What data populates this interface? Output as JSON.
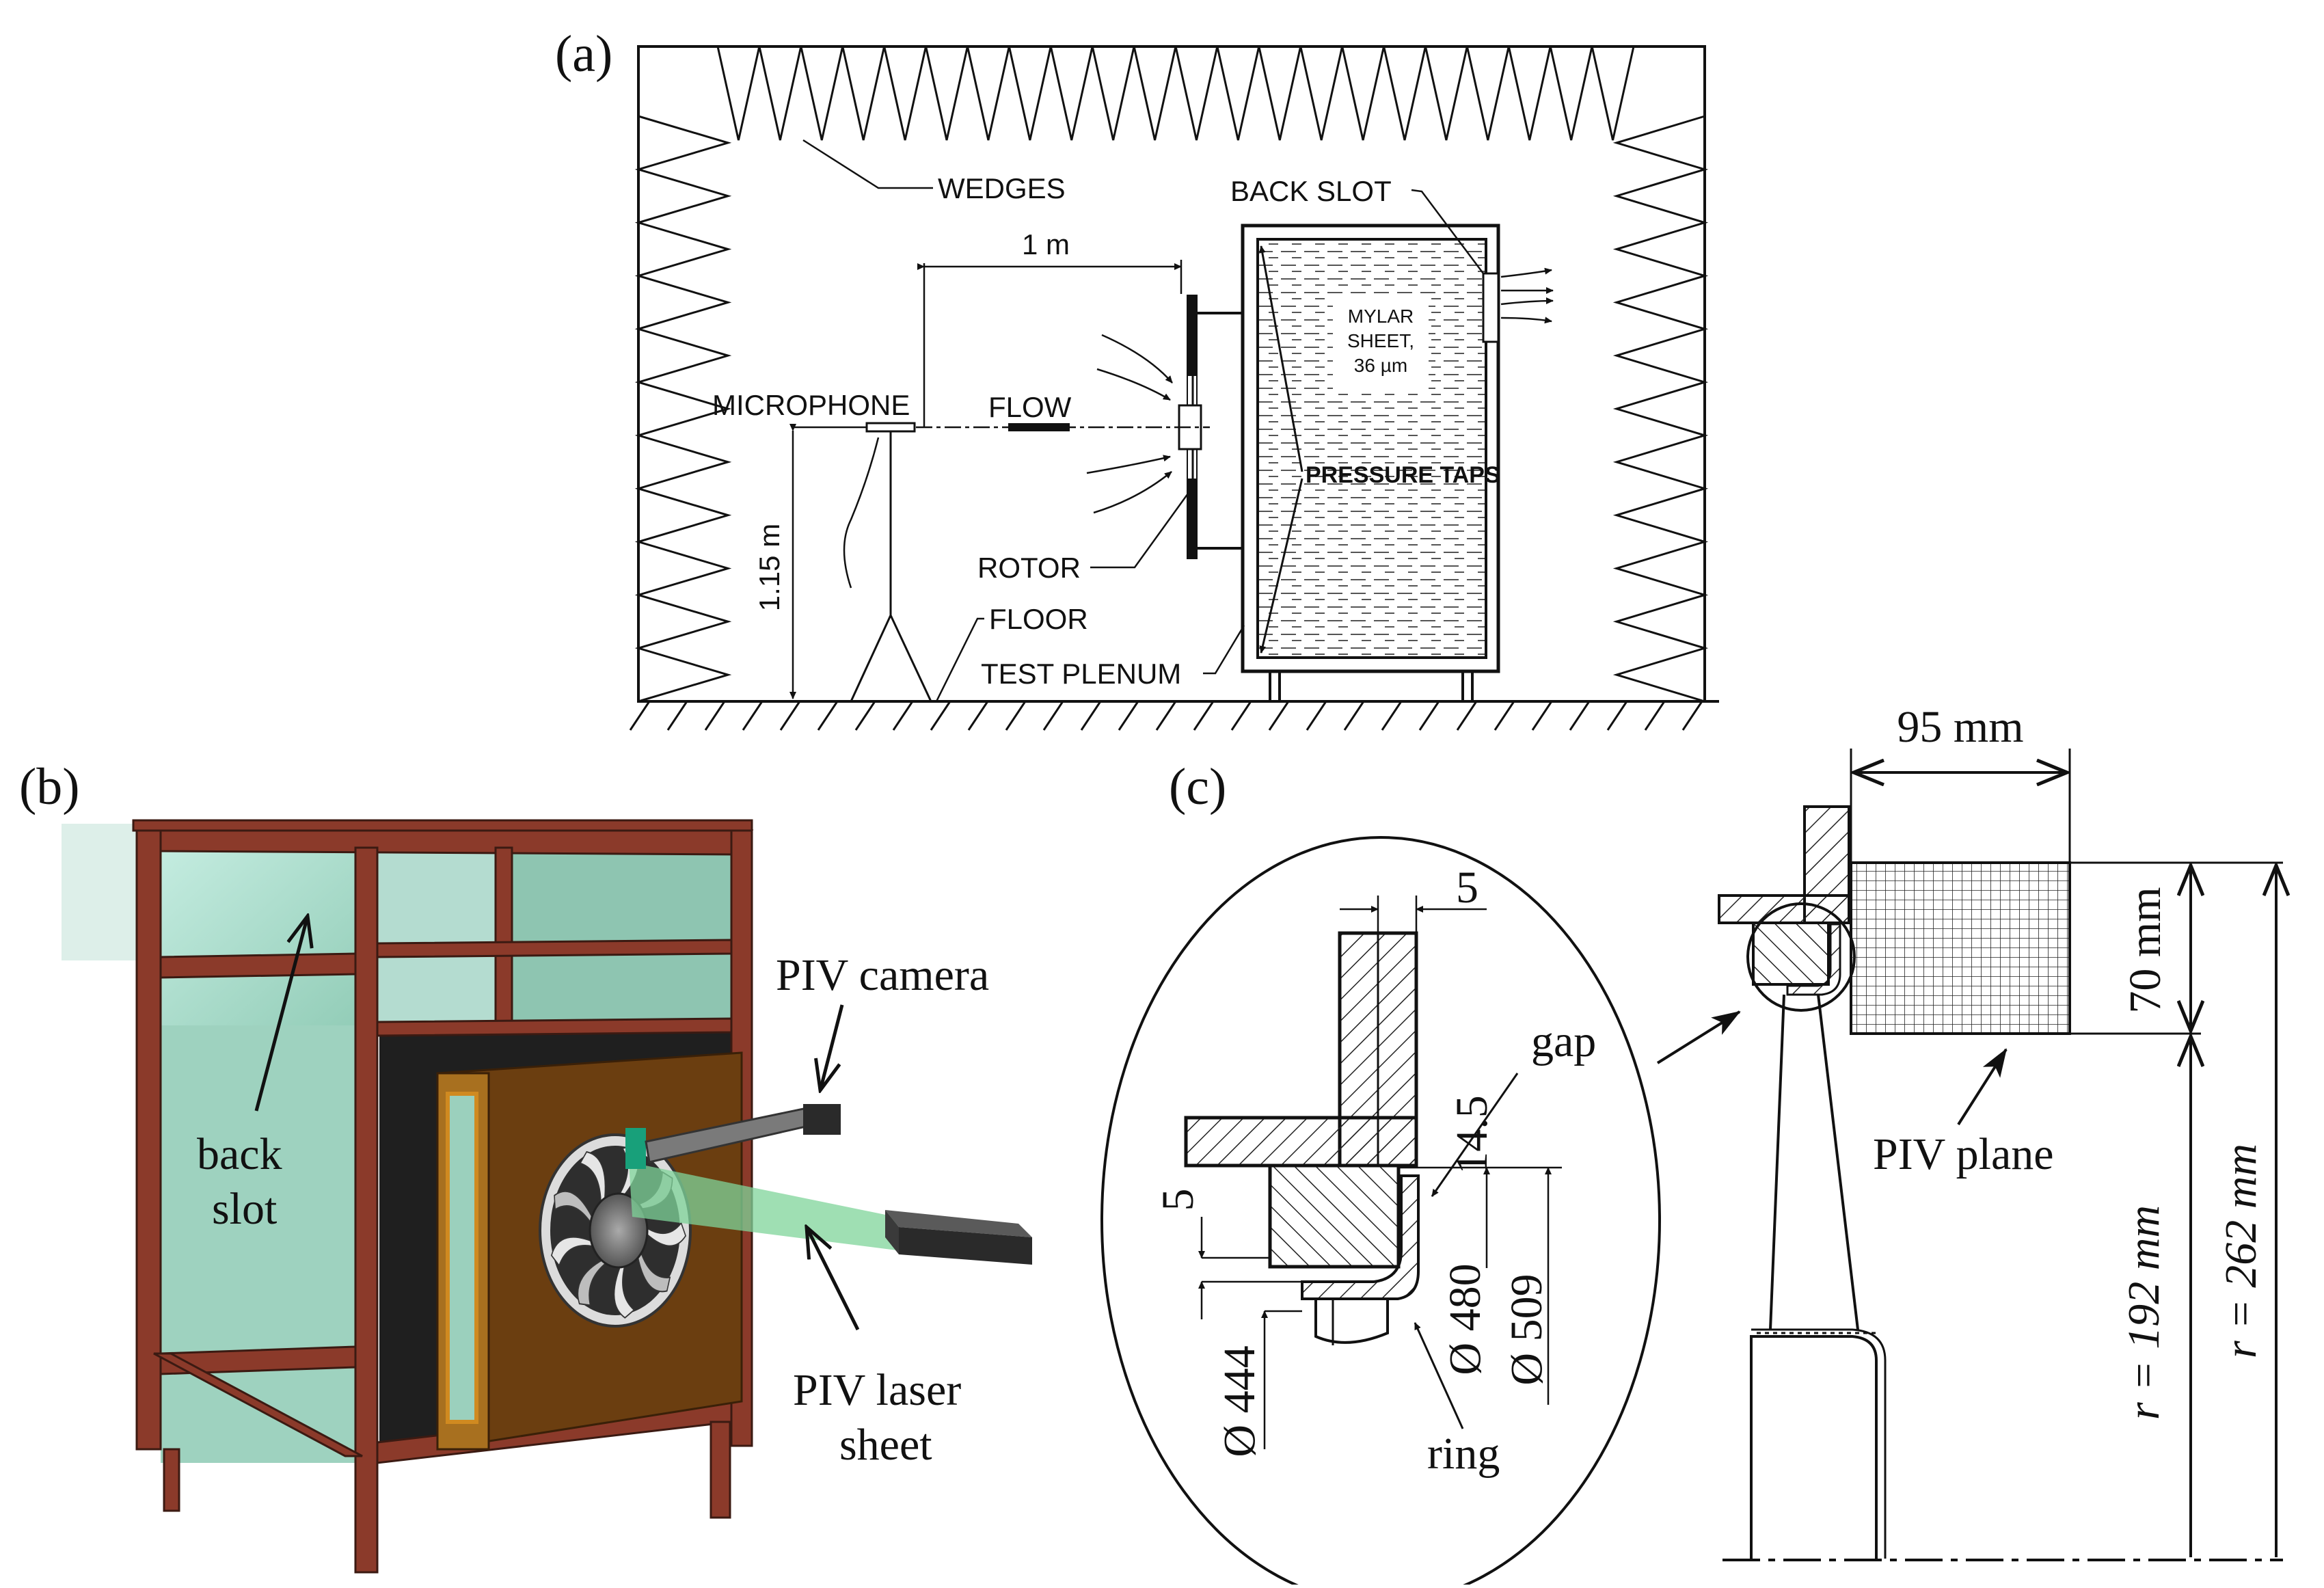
{
  "panels": {
    "a": {
      "tag": "(a)",
      "wedges_label": "WEDGES",
      "back_slot_label": "BACK SLOT",
      "distance_label": "1 m",
      "mylar_line1": "MYLAR",
      "mylar_line2": "SHEET,",
      "mylar_line3": "36 µm",
      "microphone_label": "MICROPHONE",
      "flow_label": "FLOW",
      "pressure_taps_label": "PRESSURE TAPS",
      "rotor_label": "ROTOR",
      "floor_label": "FLOOR",
      "test_plenum_label": "TEST PLENUM",
      "height_label": "1.15 m"
    },
    "b": {
      "tag": "(b)",
      "back_slot_line1": "back",
      "back_slot_line2": "slot",
      "piv_camera_label": "PIV camera",
      "piv_laser_line1": "PIV laser",
      "piv_laser_line2": "sheet"
    },
    "c": {
      "tag": "(c)",
      "dim_5_top": "5",
      "dim_14_5": "14.5",
      "gap_label": "gap",
      "dim_5_left": "5",
      "dia_480": "Ø 480",
      "dia_509": "Ø 509",
      "dia_444": "Ø 444",
      "ring_label": "ring",
      "dim_95": "95 mm",
      "dim_70": "70 mm",
      "piv_plane_label": "PIV plane",
      "r_192": "r = 192 mm",
      "r_262": "r = 262 mm"
    }
  },
  "colors": {
    "frame": "#8b3a2a",
    "glass": "#a8d8c8",
    "plenum_box": "#6b3e10",
    "dark_panel": "#1f1f1f",
    "laser": "#7fd49a"
  }
}
